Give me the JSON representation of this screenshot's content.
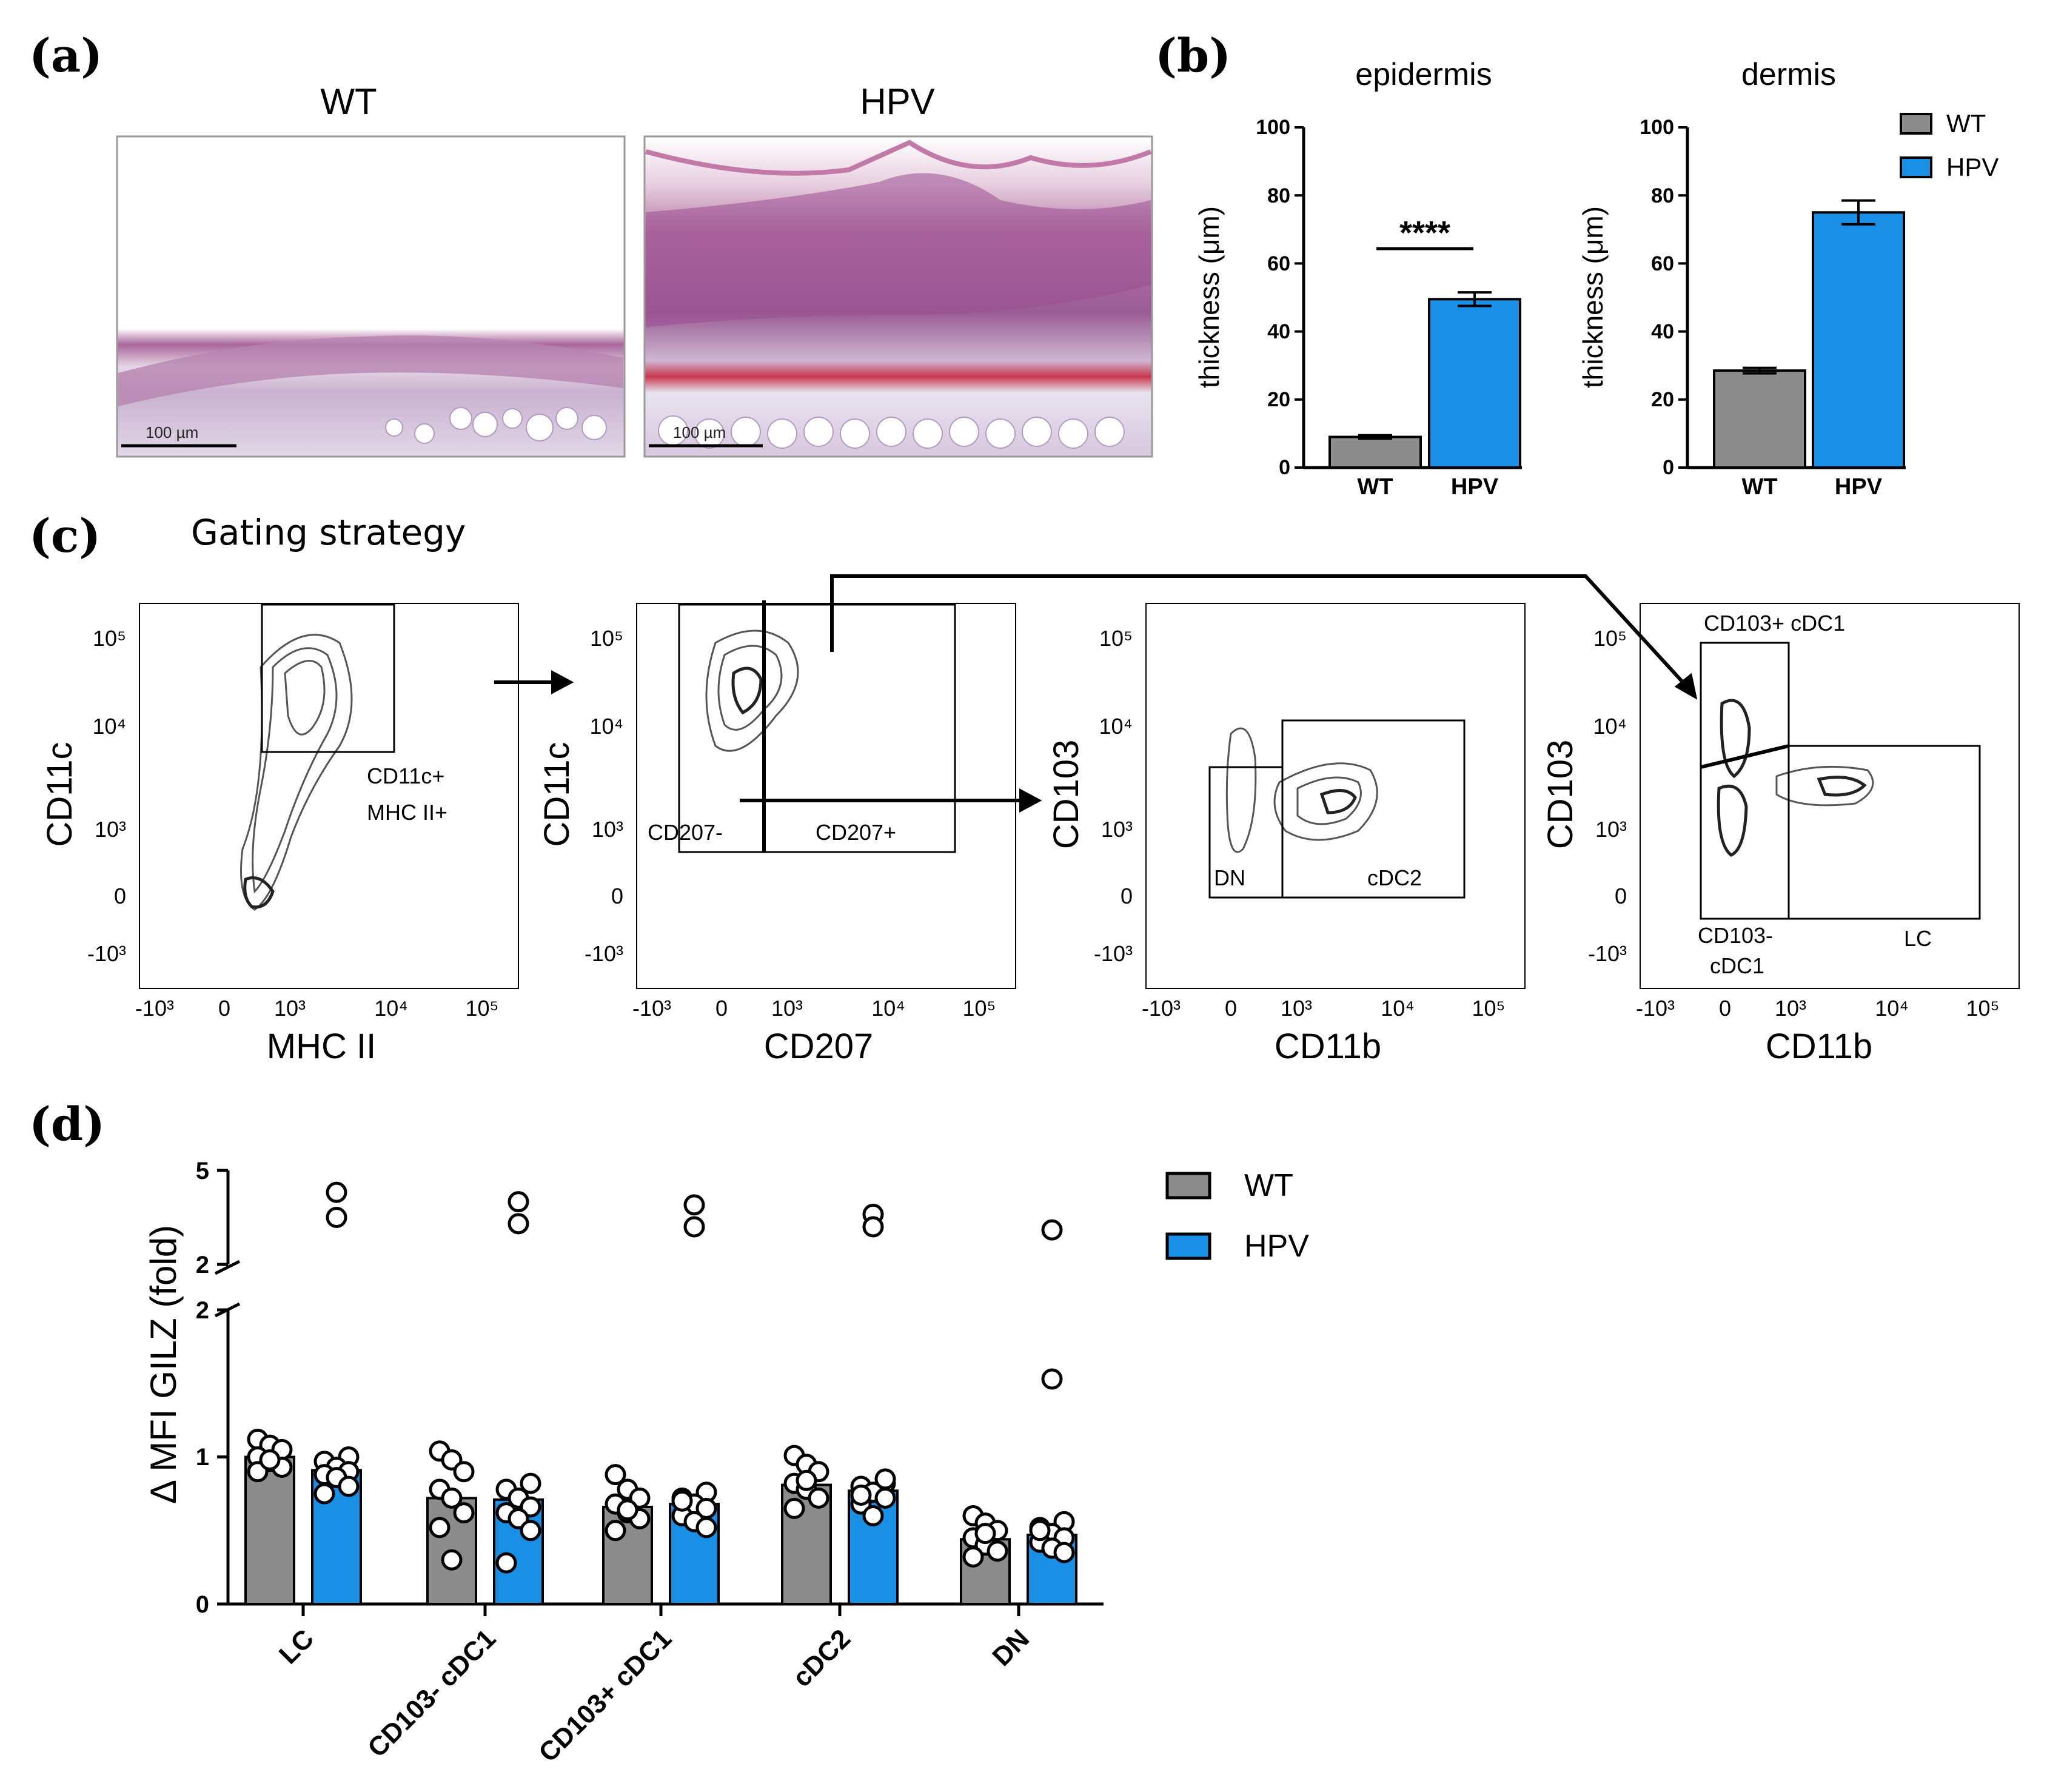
{
  "panel_labels": {
    "a": "(a)",
    "b": "(b)",
    "c": "(c)",
    "d": "(d)"
  },
  "panel_a": {
    "images": [
      {
        "title": "WT",
        "scalebar": "100 µm"
      },
      {
        "title": "HPV",
        "scalebar": "100 µm"
      }
    ]
  },
  "panel_b": {
    "legend": [
      "WT",
      "HPV"
    ],
    "colors": {
      "WT": "#8c8c8c",
      "HPV": "#1a8fe6"
    }
  },
  "panel_c": {
    "title": "Gating strategy",
    "plots": [
      {
        "ylabel": "CD11c",
        "xlabel": "MHC II",
        "gates": [
          "CD11c+",
          "MHC II+"
        ]
      },
      {
        "ylabel": "CD11c",
        "xlabel": "CD207",
        "gates": [
          "CD207-",
          "CD207+"
        ]
      },
      {
        "ylabel": "CD103",
        "xlabel": "CD11b",
        "gates": [
          "DN",
          "cDC2"
        ]
      },
      {
        "ylabel": "CD103",
        "xlabel": "CD11b",
        "gates": [
          "CD103+ cDC1",
          "CD103-",
          "cDC1",
          "LC"
        ]
      }
    ],
    "axis_ticks": {
      "y": [
        "10⁵",
        "10⁴",
        "10³",
        "0",
        "-10³"
      ],
      "x": [
        "-10³",
        "0",
        "10³",
        "10⁴",
        "10⁵"
      ]
    }
  },
  "chart_data": [
    {
      "type": "bar",
      "title": "epidermis",
      "categories": [
        "WT",
        "HPV"
      ],
      "values": [
        9,
        49.5
      ],
      "errors": [
        0.5,
        2
      ],
      "ylabel": "thickness (μm)",
      "ylim": [
        0,
        100
      ],
      "yticks": [
        "0",
        "20",
        "40",
        "60",
        "80",
        "100"
      ],
      "significance": "****"
    },
    {
      "type": "bar",
      "title": "dermis",
      "categories": [
        "WT",
        "HPV"
      ],
      "values": [
        28.5,
        75
      ],
      "errors": [
        0.8,
        3.5
      ],
      "ylabel": "thickness (μm)",
      "ylim": [
        0,
        100
      ],
      "yticks": [
        "0",
        "20",
        "40",
        "60",
        "80",
        "100"
      ],
      "legend": [
        "WT",
        "HPV"
      ]
    },
    {
      "type": "bar",
      "ylabel": "Δ MFI GILZ (fold)",
      "categories": [
        "LC",
        "CD103- cDC1",
        "CD103+ cDC1",
        "cDC2",
        "DN"
      ],
      "y_axis_break": {
        "lower": [
          0,
          2
        ],
        "upper": [
          2,
          5
        ]
      },
      "yticks_lower": [
        "0",
        "1",
        "2"
      ],
      "yticks_upper": [
        "2",
        "5"
      ],
      "legend": [
        "WT",
        "HPV"
      ],
      "series": [
        {
          "name": "WT",
          "values": [
            1.0,
            0.72,
            0.66,
            0.81,
            0.44
          ],
          "points": [
            [
              1.12,
              1.08,
              1.05,
              1.0,
              0.97,
              0.93,
              0.9,
              0.98
            ],
            [
              1.04,
              0.98,
              0.9,
              0.78,
              0.72,
              0.62,
              0.52,
              0.3
            ],
            [
              0.88,
              0.78,
              0.72,
              0.68,
              0.62,
              0.58,
              0.5,
              0.64
            ],
            [
              1.01,
              0.95,
              0.9,
              0.82,
              0.78,
              0.72,
              0.65,
              0.84
            ],
            [
              0.6,
              0.55,
              0.5,
              0.45,
              0.4,
              0.36,
              0.32,
              0.48
            ]
          ]
        },
        {
          "name": "HPV",
          "values": [
            0.91,
            0.71,
            0.68,
            0.77,
            0.47
          ],
          "points": [
            [
              4.3,
              3.5,
              1.0,
              0.97,
              0.93,
              0.9,
              0.88,
              0.86,
              0.8,
              0.75
            ],
            [
              4.0,
              3.3,
              0.82,
              0.78,
              0.72,
              0.66,
              0.62,
              0.58,
              0.5,
              0.28
            ],
            [
              3.9,
              3.2,
              0.76,
              0.72,
              0.68,
              0.65,
              0.6,
              0.56,
              0.52,
              0.7
            ],
            [
              3.6,
              3.2,
              0.82,
              0.8,
              0.76,
              0.72,
              0.68,
              0.6,
              0.85,
              0.74
            ],
            [
              3.1,
              1.53,
              0.56,
              0.52,
              0.48,
              0.45,
              0.42,
              0.38,
              0.35,
              0.5
            ]
          ]
        }
      ]
    }
  ]
}
